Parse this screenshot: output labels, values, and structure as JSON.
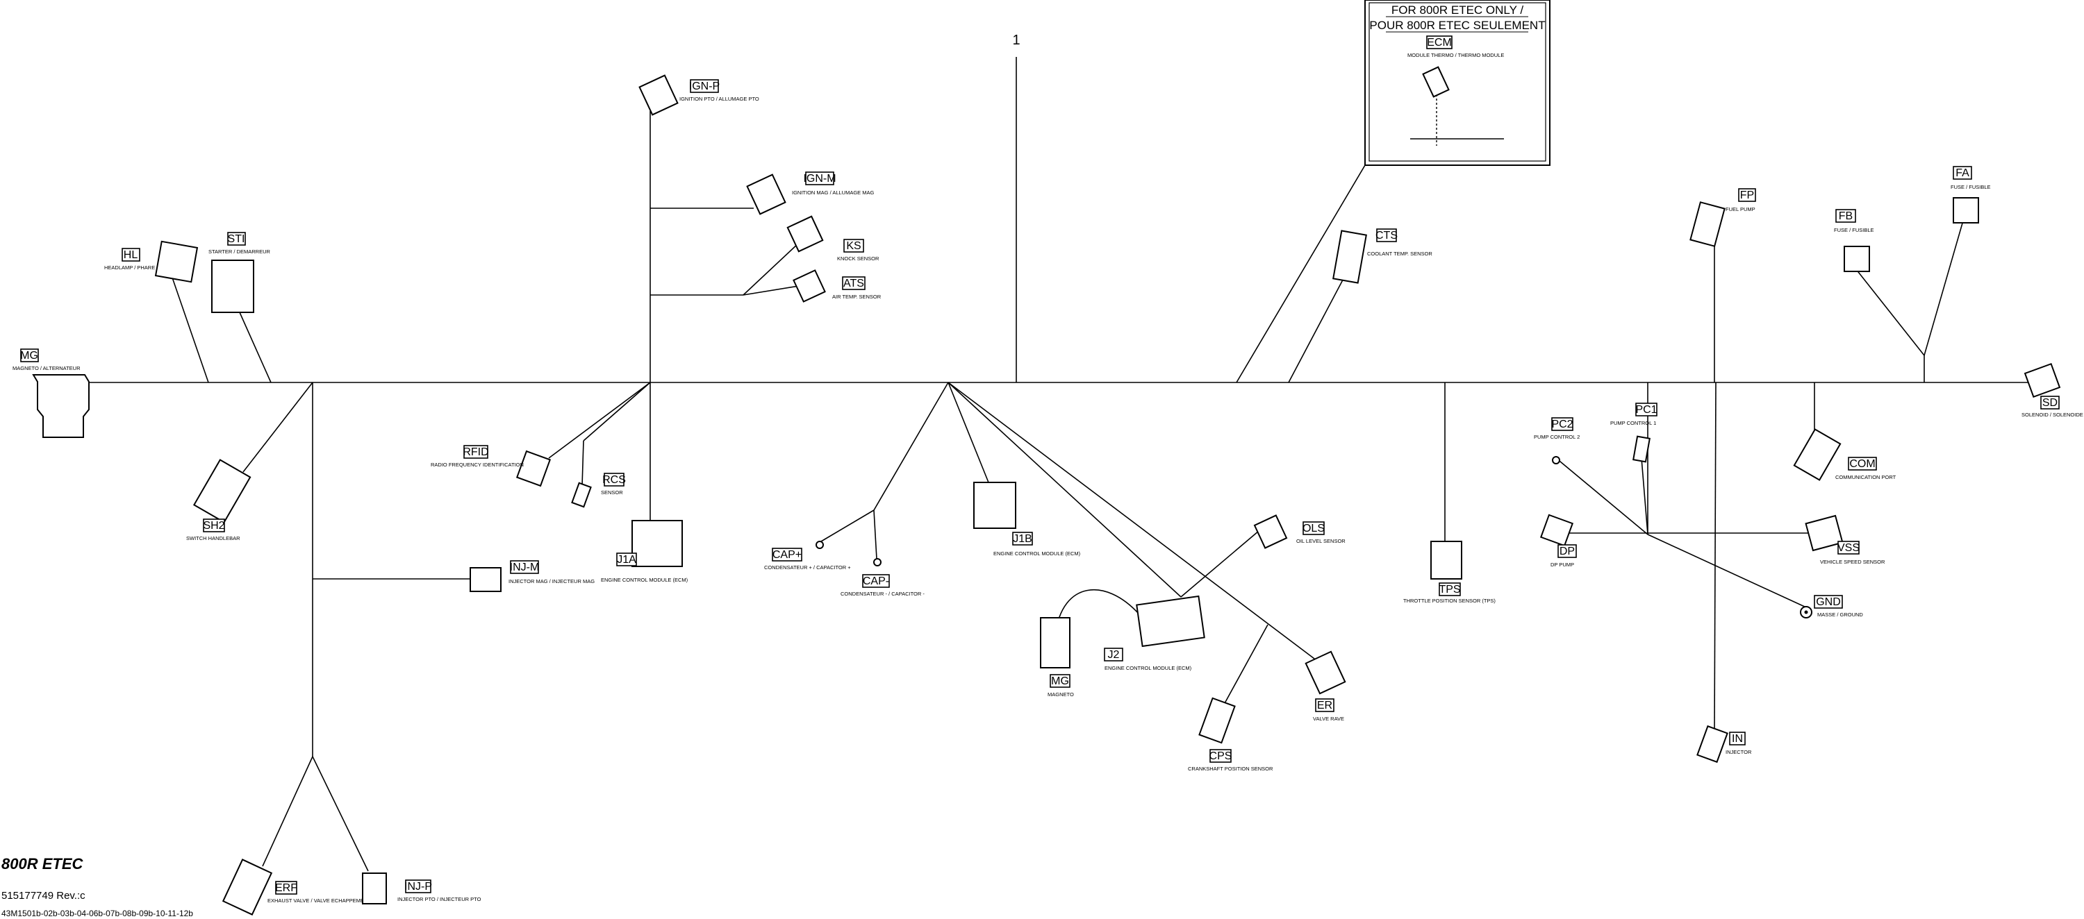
{
  "sheet": {
    "ref_number": "1",
    "model": "800R ETEC",
    "part_number": "515177749 Rev.:c",
    "variants": "43M1501b-02b-03b-04-06b-07b-08b-09b-10-11-12b"
  },
  "inset": {
    "title_line1": "FOR 800R ETEC ONLY /",
    "title_line2": "POUR 800R ETEC SEULEMENT"
  },
  "connectors": [
    {
      "id": "MG",
      "tag": "MG",
      "desc": "MAGNETO / ALTERNATEUR"
    },
    {
      "id": "HL",
      "tag": "HL",
      "desc": "HEADLAMP / PHARE"
    },
    {
      "id": "STI",
      "tag": "STI",
      "desc": "STARTER / DEMARREUR"
    },
    {
      "id": "SH2",
      "tag": "SH2",
      "desc": "SWITCH HANDLEBAR"
    },
    {
      "id": "INJM",
      "tag": "INJ-M",
      "desc": "INJECTOR MAG / INJECTEUR MAG"
    },
    {
      "id": "ERF",
      "tag": "ERF",
      "desc": "EXHAUST VALVE / VALVE ECHAPPEMENT"
    },
    {
      "id": "INJP",
      "tag": "INJ-P",
      "desc": "INJECTOR PTO / INJECTEUR PTO"
    },
    {
      "id": "IGNP",
      "tag": "IGN-P",
      "desc": "IGNITION PTO / ALLUMAGE PTO"
    },
    {
      "id": "IGNM",
      "tag": "IGN-M",
      "desc": "IGNITION MAG / ALLUMAGE MAG"
    },
    {
      "id": "KS",
      "tag": "KS",
      "desc": "KNOCK SENSOR"
    },
    {
      "id": "ATS",
      "tag": "ATS",
      "desc": "AIR TEMP. SENSOR"
    },
    {
      "id": "RFID",
      "tag": "RFID",
      "desc": "RADIO FREQUENCY IDENTIFICATION"
    },
    {
      "id": "RCS",
      "tag": "RCS",
      "desc": "SENSOR"
    },
    {
      "id": "J1A",
      "tag": "J1A",
      "desc": "ENGINE CONTROL MODULE (ECM)"
    },
    {
      "id": "CAPP",
      "tag": "CAP+",
      "desc": "CONDENSATEUR + / CAPACITOR +"
    },
    {
      "id": "CAPM",
      "tag": "CAP-",
      "desc": "CONDENSATEUR - / CAPACITOR -"
    },
    {
      "id": "J1B",
      "tag": "J1B",
      "desc": "ENGINE CONTROL MODULE (ECM)"
    },
    {
      "id": "MGB",
      "tag": "MG",
      "desc": "MAGNETO"
    },
    {
      "id": "J2",
      "tag": "J2",
      "desc": "ENGINE CONTROL MODULE (ECM)"
    },
    {
      "id": "CPS",
      "tag": "CPS",
      "desc": "CRANKSHAFT POSITION SENSOR"
    },
    {
      "id": "OLS",
      "tag": "OLS",
      "desc": "OIL LEVEL SENSOR"
    },
    {
      "id": "ER",
      "tag": "ER",
      "desc": "VALVE RAVE"
    },
    {
      "id": "ECM",
      "tag": "ECM",
      "desc": "MODULE THERMO / THERMO MODULE"
    },
    {
      "id": "CTS",
      "tag": "CTS",
      "desc": "COOLANT TEMP. SENSOR"
    },
    {
      "id": "TPS",
      "tag": "TPS",
      "desc": "THROTTLE POSITION SENSOR (TPS)"
    },
    {
      "id": "FP",
      "tag": "FP",
      "desc": "FUEL PUMP"
    },
    {
      "id": "FB",
      "tag": "FB",
      "desc": "FUSE / FUSIBLE"
    },
    {
      "id": "FA",
      "tag": "FA",
      "desc": "FUSE / FUSIBLE"
    },
    {
      "id": "SD",
      "tag": "SD",
      "desc": "SOLENOID / SOLENOIDE"
    },
    {
      "id": "PC2",
      "tag": "PC2",
      "desc": "PUMP CONTROL 2"
    },
    {
      "id": "PC1",
      "tag": "PC1",
      "desc": "PUMP CONTROL 1"
    },
    {
      "id": "COM",
      "tag": "COM",
      "desc": "COMMUNICATION PORT"
    },
    {
      "id": "DP",
      "tag": "DP",
      "desc": "DP PUMP"
    },
    {
      "id": "VSS",
      "tag": "VSS",
      "desc": "VEHICLE SPEED SENSOR"
    },
    {
      "id": "GND",
      "tag": "GND",
      "desc": "MASSE / GROUND"
    },
    {
      "id": "IN",
      "tag": "IN",
      "desc": "INJECTOR"
    }
  ]
}
